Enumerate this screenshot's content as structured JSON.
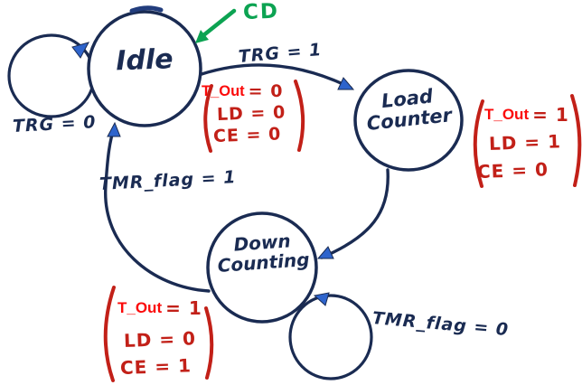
{
  "colors": {
    "paper": "#ffffff",
    "ink_blue": "#1a2b52",
    "arrow_blue": "#2e64cc",
    "ink_green": "#0ca352",
    "ink_red": "#c22018",
    "overlay_red": "#fb0a0a"
  },
  "states": {
    "idle": {
      "label": "Idle"
    },
    "load_counter": {
      "line1": "Load",
      "line2": "Counter"
    },
    "down_counting": {
      "line1": "Down",
      "line2": "Counting"
    }
  },
  "transitions": {
    "idle_self": "TRG = 0",
    "idle_to_load": "TRG = 1",
    "down_to_idle": "TMR_flag = 1",
    "down_self": "TMR_flag = 0"
  },
  "reset_arrow": {
    "label": "CD"
  },
  "outputs": {
    "idle": {
      "t_out_label": "T_Out",
      "t_out_value": "= 0",
      "ld": "LD = 0",
      "ce": "CE = 0"
    },
    "load_counter": {
      "t_out_label": "T_Out",
      "t_out_value": "= 1",
      "ld": "LD = 1",
      "ce": "CE = 0"
    },
    "down_counting": {
      "t_out_label": "T_Out",
      "t_out_value": "= 1",
      "ld": "LD = 0",
      "ce": "CE = 1"
    }
  }
}
